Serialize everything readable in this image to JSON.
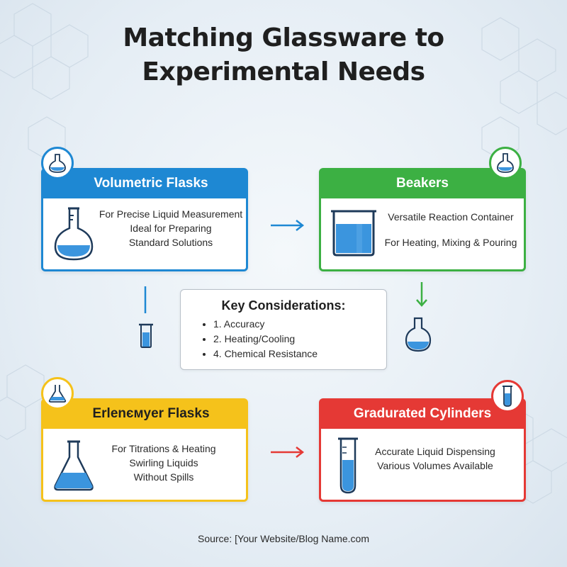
{
  "title": {
    "line1": "Matching Glassware to",
    "line2": "Experimental Needs"
  },
  "colors": {
    "blue": "#1e88d3",
    "green": "#3cb043",
    "yellow": "#f5c21b",
    "red": "#e53935"
  },
  "cards": {
    "volumetric": {
      "title": "Volumetric Flasks",
      "lines": [
        "For Precise Liquid Measurement",
        "Ideal for Preparing",
        "Standard Solutions"
      ]
    },
    "beakers": {
      "title": "Beakers",
      "lines": [
        "Versatile Reaction Container",
        "For Heating, Mixing & Pouring"
      ]
    },
    "erlenmeyer": {
      "title": "Erlenємyer Flasks",
      "lines": [
        "For Titrations & Heating",
        "Swirling Liquids",
        "Without Spills"
      ]
    },
    "cylinders": {
      "title": "Gradurated Cylinders",
      "lines": [
        "Accurate Liquid Dispensing",
        "Various Volumes Available"
      ]
    }
  },
  "key": {
    "title": "Key Considerations:",
    "items": [
      "1. Accuracy",
      "2. Heating/Cooling",
      "4. Chemical Resistance"
    ]
  },
  "source": "Source: [Your Website/Blog Name.com",
  "icons": [
    "volumetric-flask-icon",
    "beaker-icon",
    "erlenmeyer-flask-icon",
    "graduated-cylinder-icon",
    "round-flask-icon",
    "arrow-right-icon",
    "arrow-down-icon"
  ]
}
